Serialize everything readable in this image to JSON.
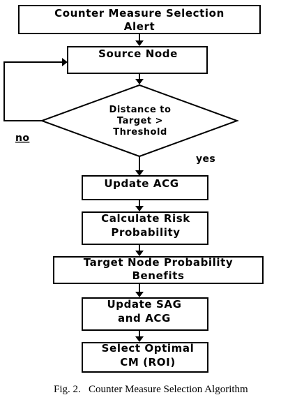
{
  "flowchart": {
    "steps": {
      "alert": {
        "lines": [
          "Counter Measure Selection",
          "Alert"
        ]
      },
      "source": {
        "lines": [
          "Source Node"
        ]
      },
      "decision": {
        "lines": [
          "Distance to",
          "Target >",
          "Threshold"
        ]
      },
      "acg": {
        "lines": [
          "Update ACG"
        ]
      },
      "risk": {
        "lines": [
          "Calculate Risk",
          "Probability"
        ]
      },
      "target": {
        "lines": [
          "Target Node Probability",
          "Benefits"
        ]
      },
      "sag": {
        "lines": [
          "Update SAG",
          "and ACG"
        ]
      },
      "optimal": {
        "lines": [
          "Select Optimal",
          "CM (ROI)"
        ]
      }
    },
    "branch_no": "no",
    "branch_yes": "yes"
  },
  "caption": "Fig. 2.   Counter Measure Selection Algorithm"
}
